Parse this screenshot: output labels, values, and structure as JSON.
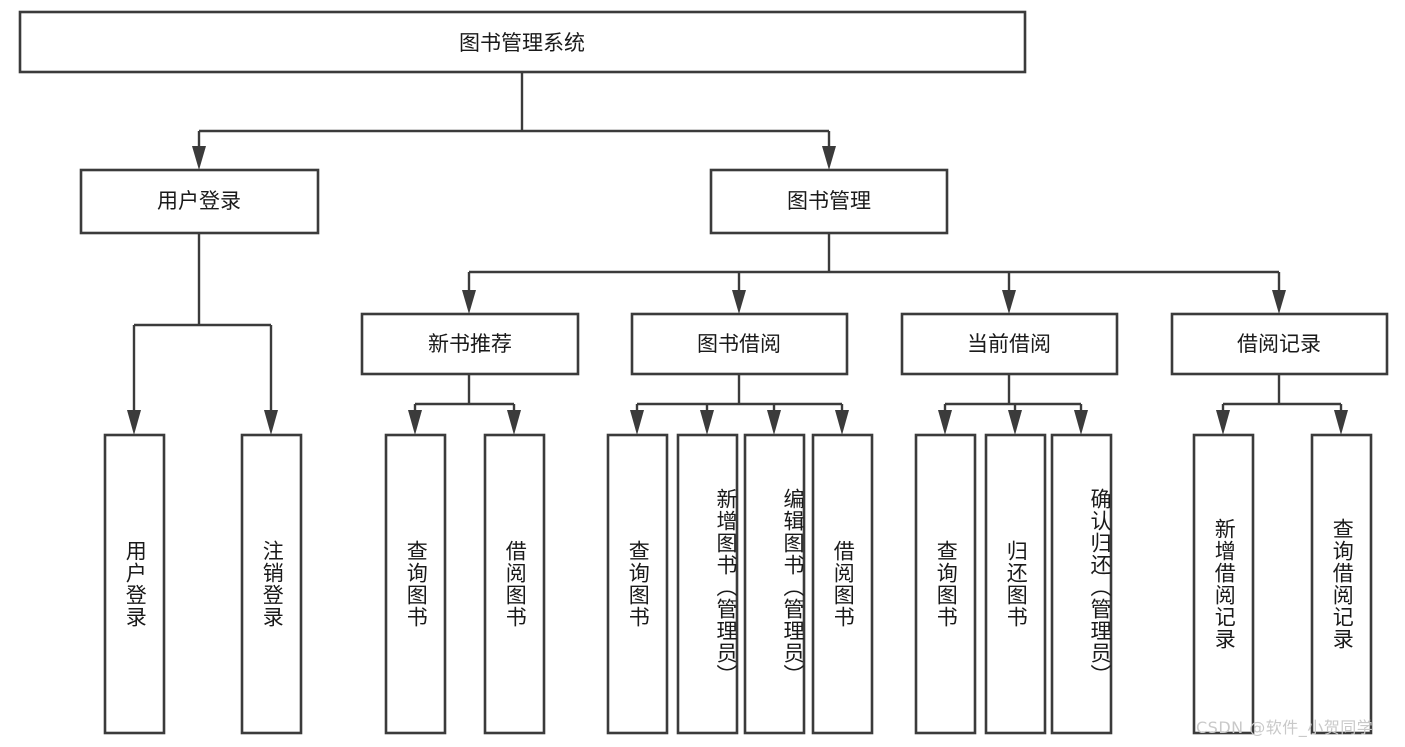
{
  "diagram": {
    "type": "tree",
    "title": "图书管理系统",
    "watermark": "CSDN @软件_小贺同学",
    "colors": {
      "stroke": "#3b3b3b",
      "fill": "#ffffff",
      "text": "#1a1a1a",
      "watermark": "#c9c9c9"
    },
    "root": {
      "label": "图书管理系统"
    },
    "level2": [
      {
        "label": "用户登录"
      },
      {
        "label": "图书管理"
      }
    ],
    "level3": [
      {
        "label": "新书推荐"
      },
      {
        "label": "图书借阅"
      },
      {
        "label": "当前借阅"
      },
      {
        "label": "借阅记录"
      }
    ],
    "leaves": [
      {
        "label": "用户登录"
      },
      {
        "label": "注销登录"
      },
      {
        "label": "查询图书"
      },
      {
        "label": "借阅图书"
      },
      {
        "label": "查询图书"
      },
      {
        "label": "新增图书（管理员）"
      },
      {
        "label": "编辑图书（管理员）"
      },
      {
        "label": "借阅图书"
      },
      {
        "label": "查询图书"
      },
      {
        "label": "归还图书"
      },
      {
        "label": "确认归还（管理员）"
      },
      {
        "label": "新增借阅记录"
      },
      {
        "label": "查询借阅记录"
      }
    ]
  }
}
